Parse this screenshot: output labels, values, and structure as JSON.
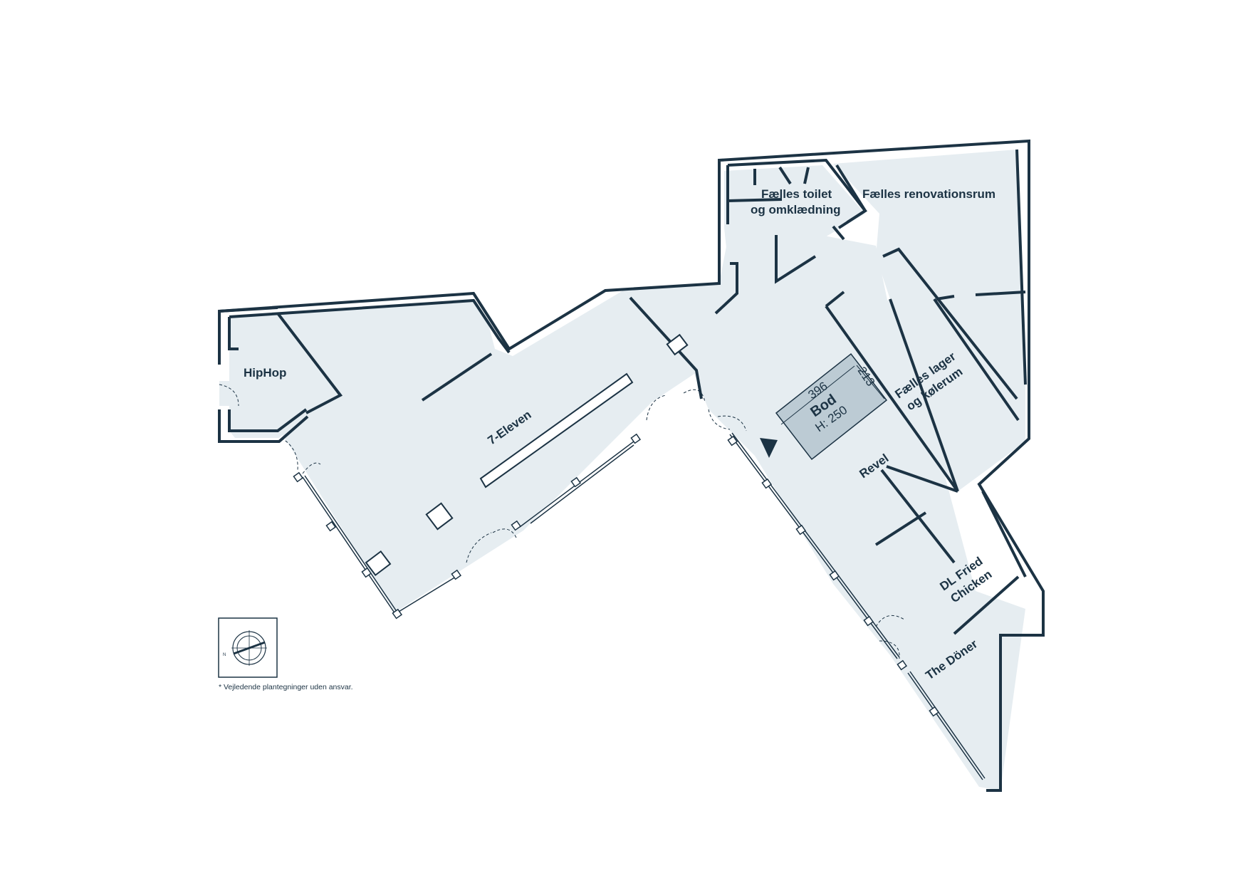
{
  "colors": {
    "wall": "#1c3344",
    "floor": "#e6edf1",
    "storage": "#bccbd4",
    "background": "#ffffff"
  },
  "rooms": {
    "hiphop": "HipHop",
    "seven_eleven": "7-Eleven",
    "toilet_line1": "Fælles toilet",
    "toilet_line2": "og omklædning",
    "renovation": "Fælles renovationsrum",
    "lager_line1": "Fælles lager",
    "lager_line2": "og kølerum",
    "revel": "Revel",
    "dl_line1": "DL Fried",
    "dl_line2": "Chicken",
    "doner": "The Döner"
  },
  "storage": {
    "width": "396",
    "depth": "213",
    "name": "Bod",
    "height": "H: 250"
  },
  "compass": {
    "north_letter": "N",
    "icon": "compass-icon"
  },
  "entrance_icon": "entrance-triangle-icon",
  "footnote": "* Vejledende plantegninger uden ansvar."
}
